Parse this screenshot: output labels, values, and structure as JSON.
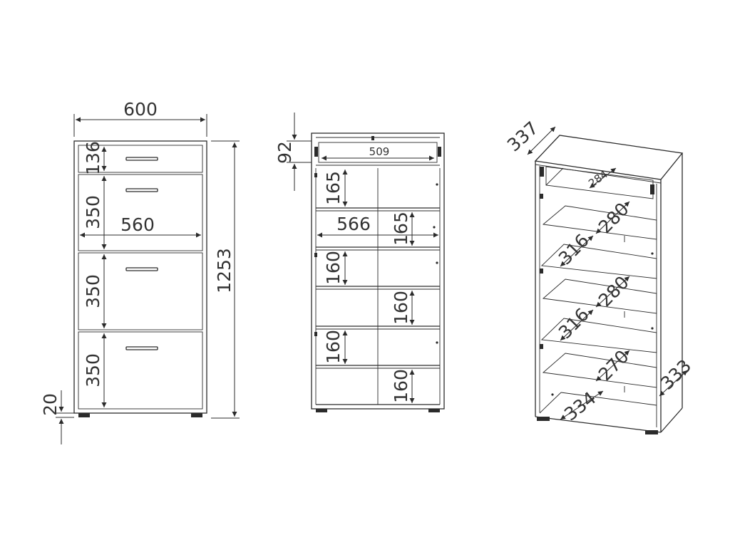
{
  "front_view": {
    "width": "600",
    "height": "1253",
    "inner_width": "560",
    "top_drawer": "136",
    "flap_1": "350",
    "flap_2": "350",
    "flap_3": "350",
    "plinth": "20"
  },
  "open_view": {
    "drawer_height": "92",
    "drawer_inner_width": "509",
    "inner_width": "566",
    "shelf_1": "165",
    "shelf_2": "165",
    "shelf_3": "160",
    "shelf_4": "160",
    "shelf_5": "160",
    "shelf_6": "160"
  },
  "iso_view": {
    "depth": "337",
    "drawer_depth": "284",
    "shelf_a": "280",
    "gap_a": "316",
    "shelf_b": "280",
    "gap_b": "316",
    "shelf_c": "270",
    "bottom_depth": "334",
    "side_depth": "333"
  }
}
